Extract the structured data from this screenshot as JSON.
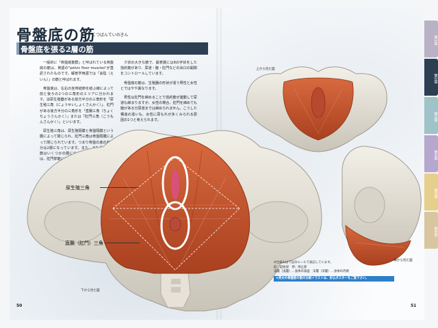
{
  "heading": {
    "title": "骨盤底の筋",
    "ruby": "こつばんていのきん",
    "subtitle": "骨盤底を張る2層の筋"
  },
  "body": {
    "col1": [
      "一般的に「骨盤底筋群」と呼ばれている骨盤底の筋は、英語の\"pelvic floor muscles\"が直訳されたものです。解剖学用語では「会陰（えいん）」の筋と呼ばれます。",
      "骨盤底は、左右の坐骨結節を結ぶ線によって前と後ろの2つの三角形のエリアに分かれます。泌尿生殖器がある前方半分の三角形を「尿生殖三角（にょうせいしょくさんかく）」、肛門がある後方半分の三角形を「直腸三角（ちょくちょうさんかく）」または「肛門三角（こうもんさんかく）」といいます。",
      "尿生殖三角は、尿生殖隔膜と骨盤隔膜という膜によって閉じられ、肛門三角は骨盤隔膜によって閉じられています。つまり骨盤の底の前半分は2層になっています。また、また骨盤内の筋はいくつかの層に分かれています。深層筋は、肛門挙筋に代表されるハンモッ"
    ],
    "col2": [
      "ク状の大きな筋で、最表層には8の字状をした括約筋があり、尿道・膣・肛門などの出口の開閉をコントロールしています。",
      "骨盤底の筋は、生殖器の形状が違う男性と女性とではやや異なります。",
      "男性は肛門を締めることで括約筋が連動して尿道も締まりますが、女性の場合、肛門を締めても膣がある分尿道までは締められません。こうした構造の違いも、女性に尿もれが多くみられる原因の1つと考えられます。"
    ],
    "col3": []
  },
  "callouts": {
    "urogenital": "尿生殖三角",
    "rectal": "直腸（肛門）三角"
  },
  "captions": {
    "top_view": "上から見た図",
    "bottom_view": "下から見た図",
    "side_view": "横から見た図"
  },
  "note": {
    "line1": "※仕組みは下記のルールで表記しています。",
    "line2": "起：起始部　停：停止部",
    "line3": "浅層（浅層）…身体の表面　深層（深層）…身体の内側",
    "highlight": "★男女の骨盤筋の筋の比較イラストは、折込ポスターをご覧下さい。"
  },
  "page_numbers": {
    "left": "50",
    "right": "51"
  },
  "tabs": [
    {
      "label": "第1章",
      "color": "#b8b2c4"
    },
    {
      "label": "第2章",
      "color": "#2d3f52"
    },
    {
      "label": "第3章",
      "color": "#9fc3c8"
    },
    {
      "label": "第4章",
      "color": "#b6a7cf"
    },
    {
      "label": "第5章",
      "color": "#e6cf8a"
    },
    {
      "label": "第6章",
      "color": "#d7c6a0"
    }
  ],
  "colors": {
    "muscle": "#c9562f",
    "bone": "#e8e4da",
    "title_bar": "#2d3f52",
    "highlight_box": "#2c7fc9"
  }
}
